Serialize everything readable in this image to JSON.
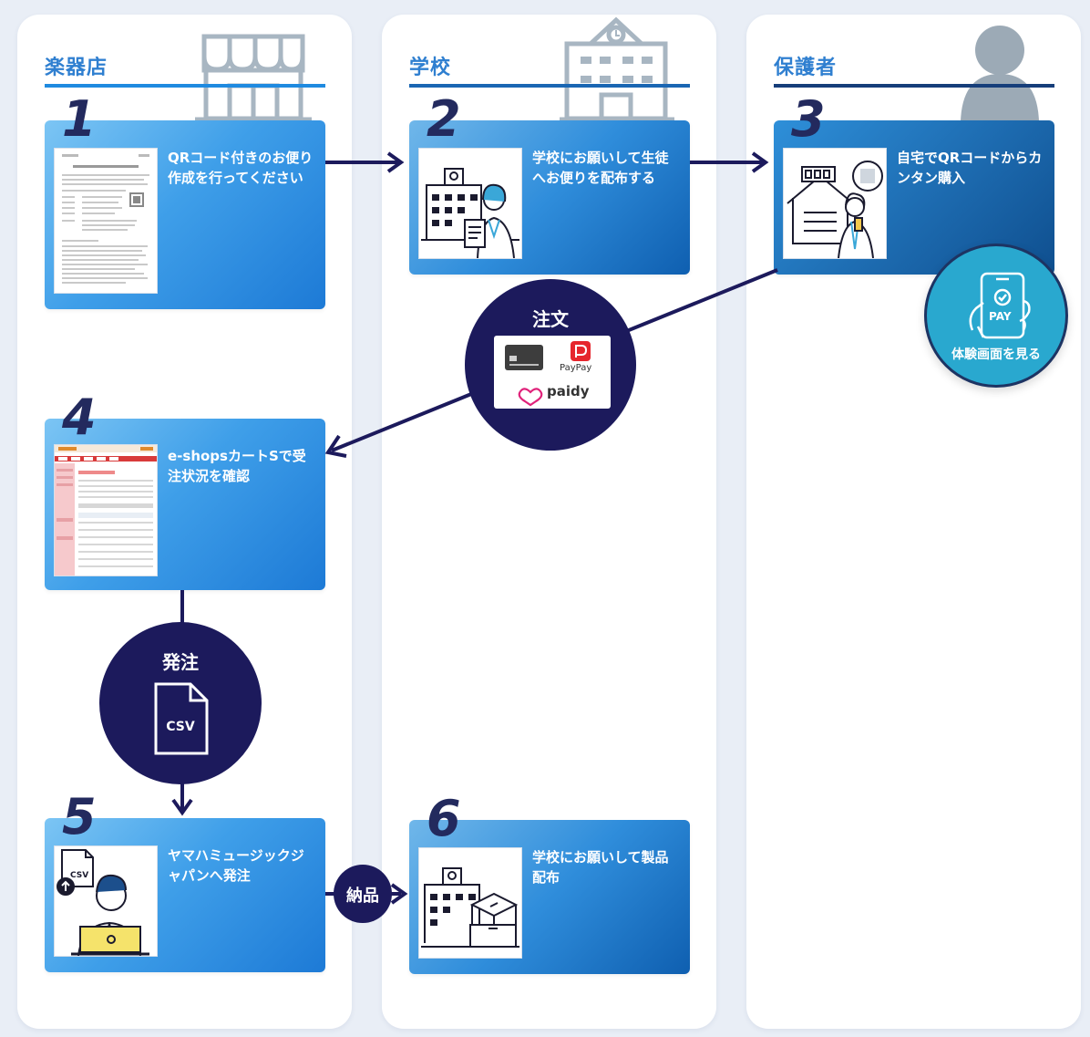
{
  "columns": {
    "shop": {
      "title": "楽器店"
    },
    "school": {
      "title": "学校"
    },
    "guardian": {
      "title": "保護者"
    }
  },
  "steps": [
    {
      "num": "1",
      "text": "QRコード付きのお便り作成を行ってください"
    },
    {
      "num": "2",
      "text": "学校にお願いして生徒へお便りを配布する"
    },
    {
      "num": "3",
      "text": "自宅でQRコードからカンタン購入"
    },
    {
      "num": "4",
      "text": "e-shopsカートSで受注状況を確認"
    },
    {
      "num": "5",
      "text": "ヤマハミュージックジャパンへ発注"
    },
    {
      "num": "6",
      "text": "学校にお願いして製品配布"
    }
  ],
  "order": {
    "label": "注文",
    "payments": {
      "paypay": "PayPay",
      "paidy": "paidy"
    }
  },
  "hatchu": {
    "label": "発注",
    "file": "CSV"
  },
  "nouhin": {
    "label": "納品"
  },
  "try_button": {
    "label": "体験画面を見る",
    "icon_text": "PAY"
  },
  "step5_file": "CSV",
  "colors": {
    "navy": "#1c1a5c",
    "accent_blue": "#2f7fd0",
    "card_light": "#3f9fe9",
    "card_dark": "#0f4f8f",
    "cyan": "#29a8cf"
  },
  "icons": [
    "shop-icon",
    "school-building-icon",
    "person-silhouette-icon",
    "credit-card-icon",
    "paypay-icon",
    "paidy-icon",
    "csv-file-icon",
    "pay-phone-icon",
    "arrow-icon"
  ]
}
